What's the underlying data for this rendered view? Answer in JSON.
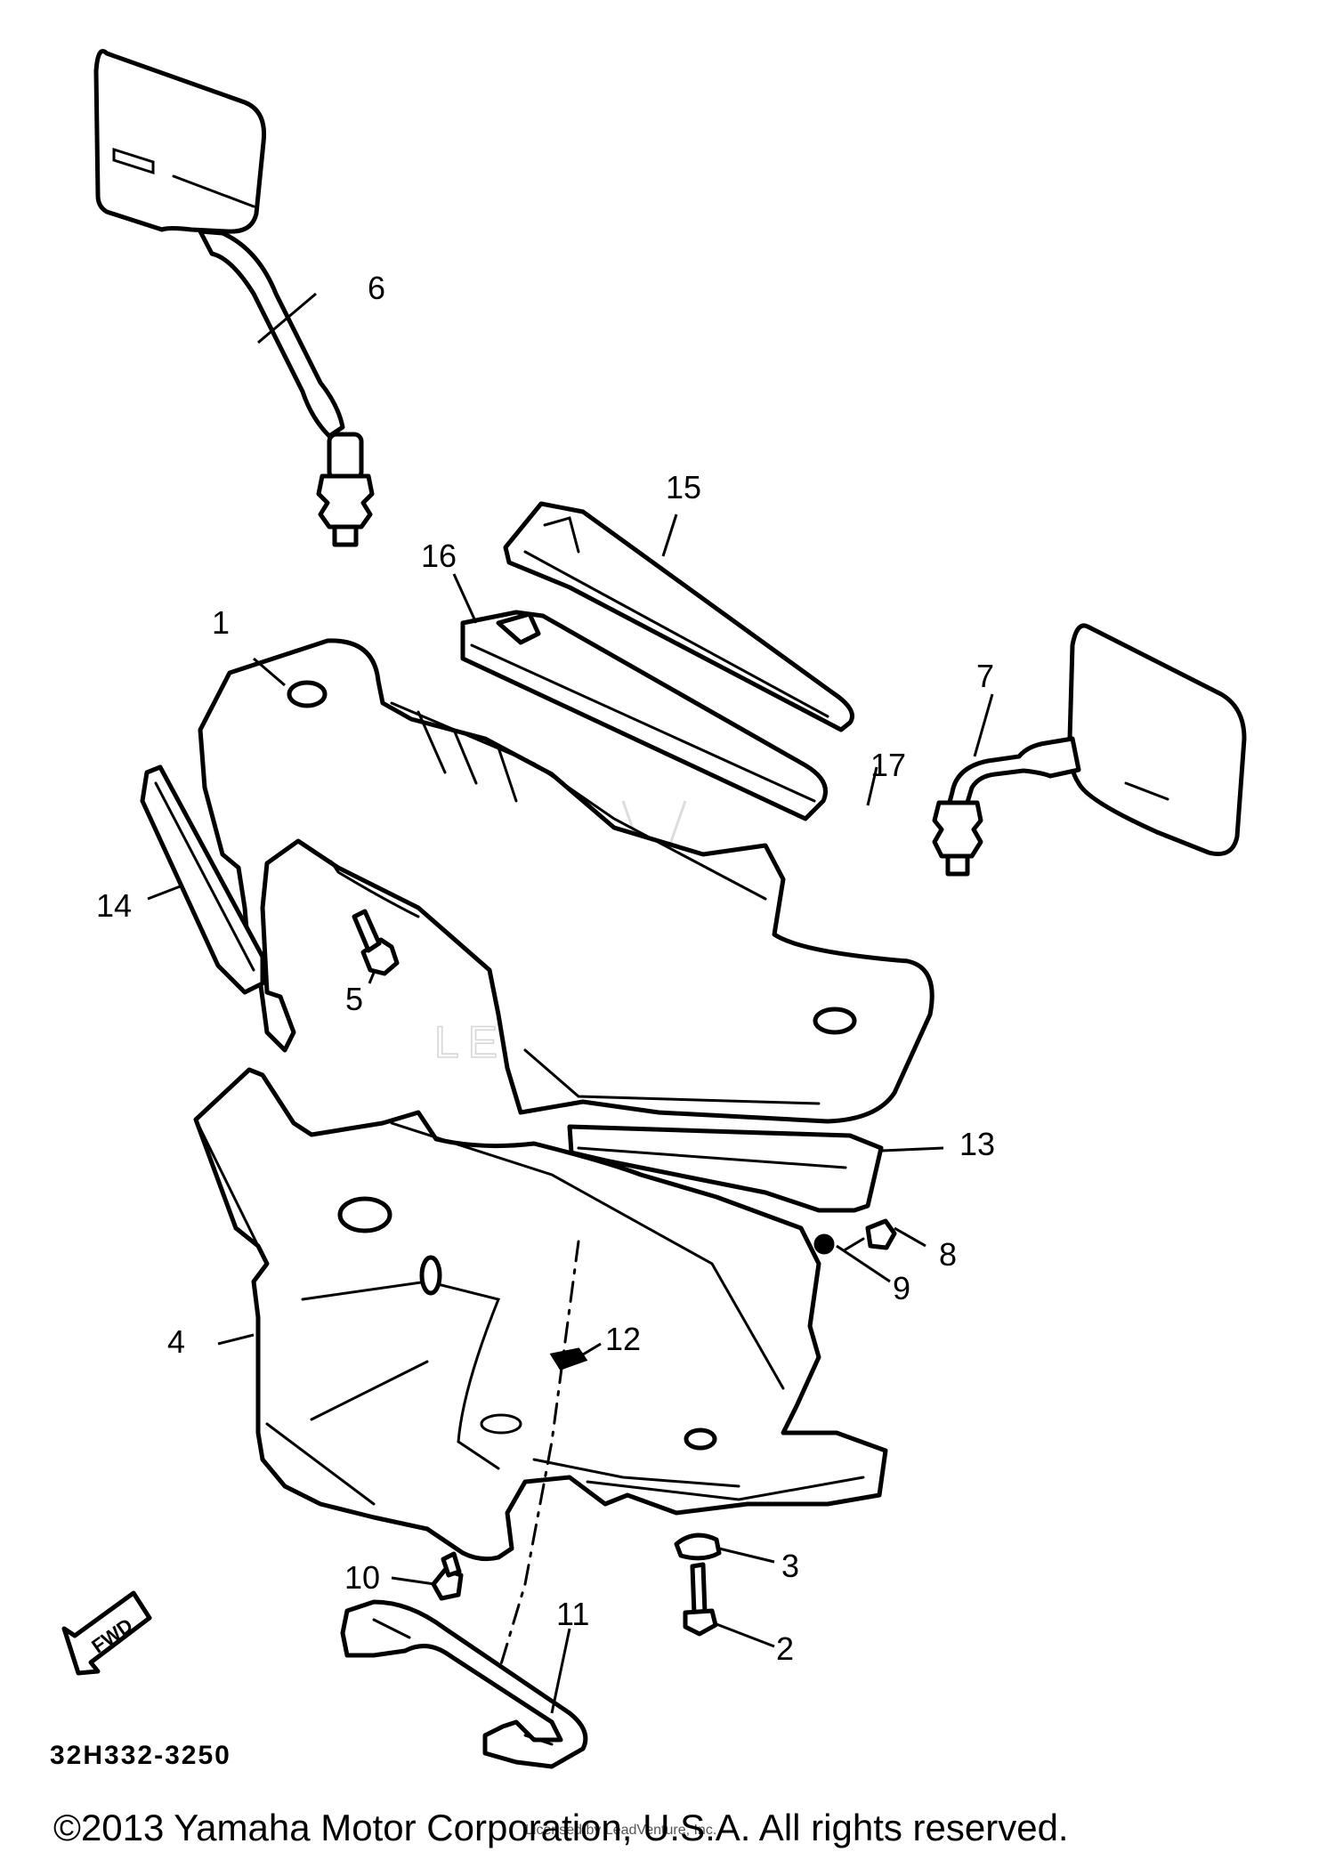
{
  "callouts": [
    {
      "id": "1",
      "label": "1"
    },
    {
      "id": "2",
      "label": "2"
    },
    {
      "id": "3",
      "label": "3"
    },
    {
      "id": "4",
      "label": "4"
    },
    {
      "id": "5",
      "label": "5"
    },
    {
      "id": "6",
      "label": "6"
    },
    {
      "id": "7",
      "label": "7"
    },
    {
      "id": "8",
      "label": "8"
    },
    {
      "id": "9",
      "label": "9"
    },
    {
      "id": "10",
      "label": "10"
    },
    {
      "id": "11",
      "label": "11"
    },
    {
      "id": "12",
      "label": "12"
    },
    {
      "id": "13",
      "label": "13"
    },
    {
      "id": "14",
      "label": "14"
    },
    {
      "id": "15",
      "label": "15"
    },
    {
      "id": "16",
      "label": "16"
    },
    {
      "id": "17",
      "label": "17"
    }
  ],
  "fwd_label": "FWD",
  "watermark": "LEADVENTURE",
  "doc_code": "32H332-3250",
  "copyright": "©2013 Yamaha Motor Corporation, U.S.A. All rights reserved.",
  "licensed_note": "Licensed by LeadVenture, Inc."
}
